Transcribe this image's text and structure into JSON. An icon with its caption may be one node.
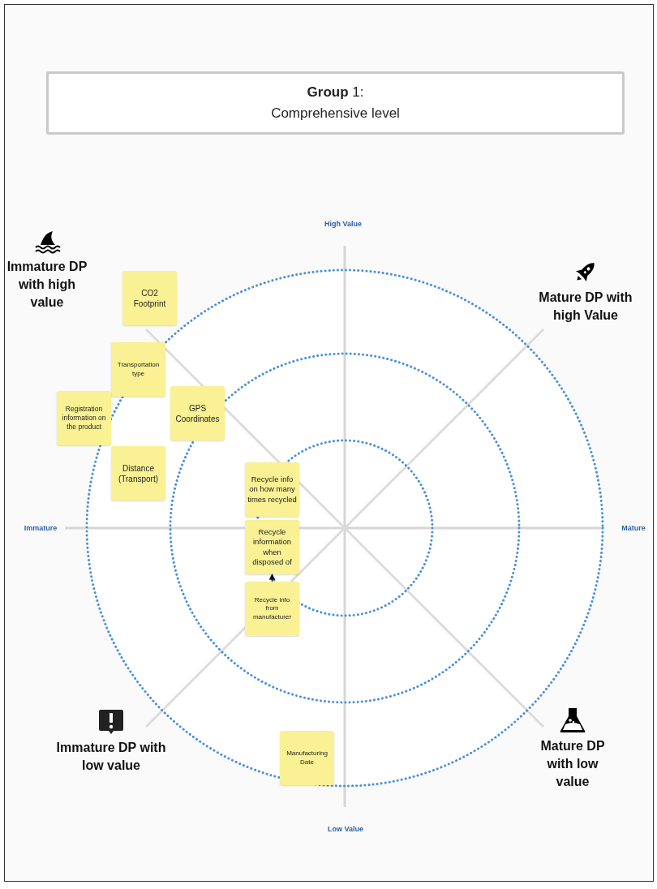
{
  "diagram": {
    "nodes": [
      {
        "text": [
          "**Group** 1:",
          "Comprehensive level"
        ]
      },
      {
        "text": [
          "CO2 Footprint"
        ]
      },
      {
        "text": [
          "Transportation type"
        ]
      },
      {
        "text": [
          "Registration information on the product"
        ]
      },
      {
        "text": [
          "GPS Coordinates"
        ]
      },
      {
        "text": [
          "Distance (Transport)"
        ]
      },
      {
        "text": [
          "Recycle info on how many times recycled"
        ]
      },
      {
        "text": [
          "Recycle information when disposed of"
        ]
      },
      {
        "text": [
          "Recycle info from manufacturer"
        ]
      },
      {
        "text": [
          "Manufacturing Date"
        ]
      }
    ],
    "edges": [
      {
        "from": 8,
        "to": 7,
        "arrow": "to"
      }
    ],
    "labels": [
      "High Value",
      "Immature DP with high value",
      "Mature DP with high Value",
      "Immature",
      "Mature",
      "Immature DP with low value",
      "Mature DP with low value",
      "Low Value"
    ]
  }
}
